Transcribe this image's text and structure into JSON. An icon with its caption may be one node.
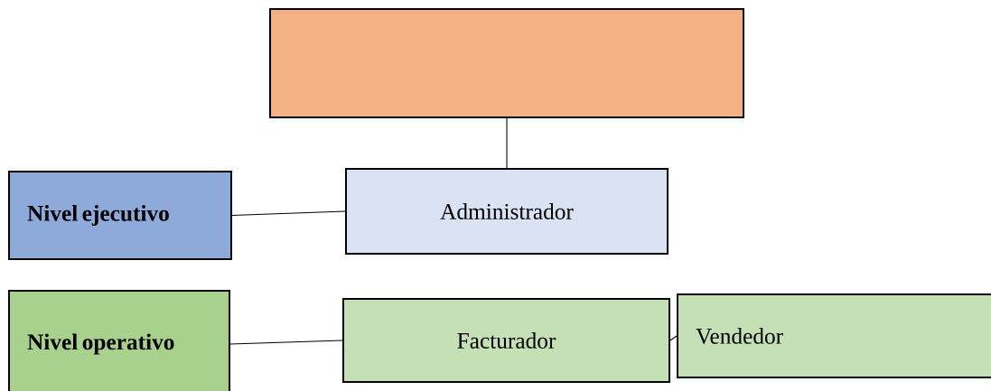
{
  "diagram": {
    "nodes": [
      {
        "text": [],
        "shape": "box"
      },
      {
        "text": [
          "Nivel ejecutivo"
        ]
      },
      {
        "text": [
          "Administrador"
        ]
      },
      {
        "text": [
          "Nivel operativo"
        ]
      },
      {
        "text": [
          "Facturador"
        ]
      },
      {
        "text": [
          "Vendedor"
        ]
      }
    ],
    "edges": [
      {
        "from": 0,
        "to": 2,
        "arrow": "none"
      },
      {
        "from": 1,
        "to": 2,
        "arrow": "none"
      },
      {
        "from": 3,
        "to": 4,
        "arrow": "none"
      },
      {
        "from": 4,
        "to": 5,
        "arrow": "none"
      }
    ]
  }
}
